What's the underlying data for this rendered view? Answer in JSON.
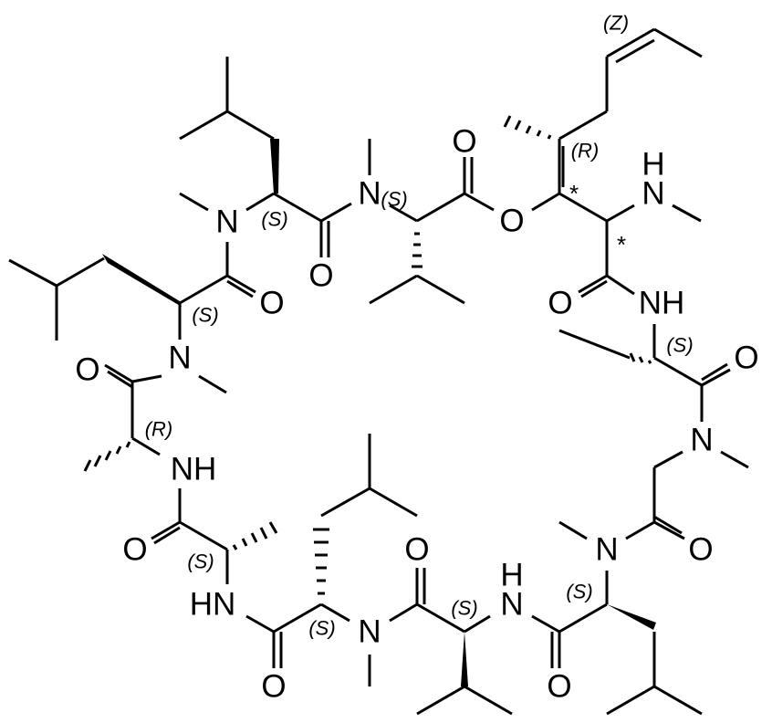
{
  "diagram": {
    "type": "chemical-structure",
    "description": "Cyclic undecapeptide (cyclosporin-type macrocycle) skeletal formula with stereodescriptors",
    "atom_labels": {
      "N": "N",
      "O": "O",
      "NH": "NH",
      "HN": "HN",
      "H": "H"
    },
    "stereo_labels": {
      "S": "(S)",
      "R": "(R)",
      "Z": "(Z)",
      "star": "*"
    },
    "colors": {
      "bond": "#000000",
      "background": "#ffffff"
    }
  }
}
